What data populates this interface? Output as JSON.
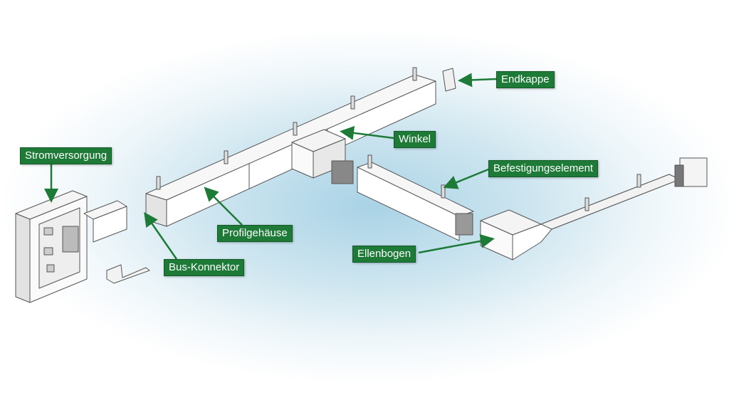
{
  "labels": {
    "endkappe": "Endkappe",
    "winkel": "Winkel",
    "stromversorgung": "Stromversorgung",
    "befestigungselement": "Befestigungselement",
    "profilgehaeuse": "Profilgehäuse",
    "bus_konnektor": "Bus-Konnektor",
    "ellenbogen": "Ellenbogen"
  },
  "colors": {
    "label_bg": "#1d7a37",
    "arrow": "#1d7a37"
  }
}
